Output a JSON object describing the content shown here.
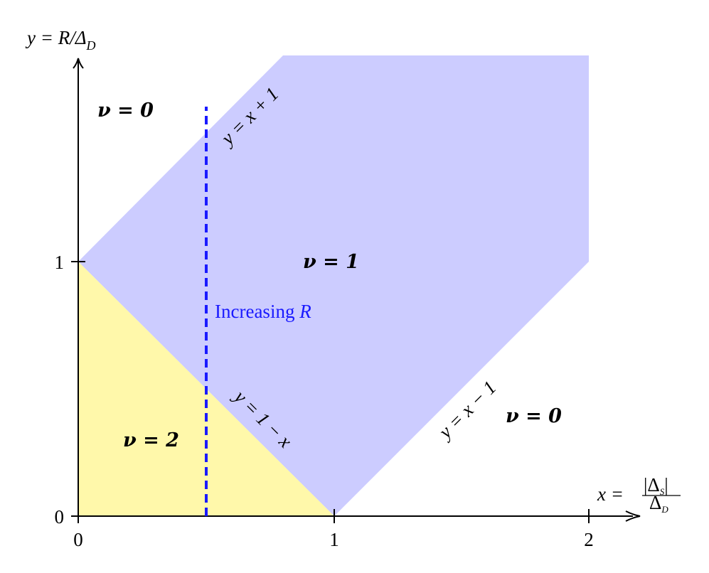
{
  "axes": {
    "x_title": "x = |Δ_S| / Δ_D",
    "x_title_parts": {
      "lhs": "x =",
      "numerator": "|Δ",
      "numerator_sub": "S",
      "numerator_end": "|",
      "denominator": "Δ",
      "denominator_sub": "D"
    },
    "y_title": "y = R/Δ_D",
    "y_title_parts": {
      "lhs": "y = R/Δ",
      "sub": "D"
    },
    "x_ticks": [
      "0",
      "1",
      "2"
    ],
    "y_ticks": [
      "0",
      "1"
    ]
  },
  "regions": {
    "nu0_top_left": "ν = 0",
    "nu1_center": "ν = 1",
    "nu2_bottom_left": "ν = 2",
    "nu0_bottom_right": "ν = 0"
  },
  "lines": {
    "upper": "y = x + 1",
    "diagonal": "y = 1 − x",
    "lower": "y = x − 1"
  },
  "annotation": {
    "text": "Increasing",
    "symbol": "R"
  },
  "colors": {
    "nu1_fill": "#ccccff",
    "nu2_fill": "#fff8aa",
    "dashed_line": "#1a1aff",
    "axis": "#000000"
  }
}
